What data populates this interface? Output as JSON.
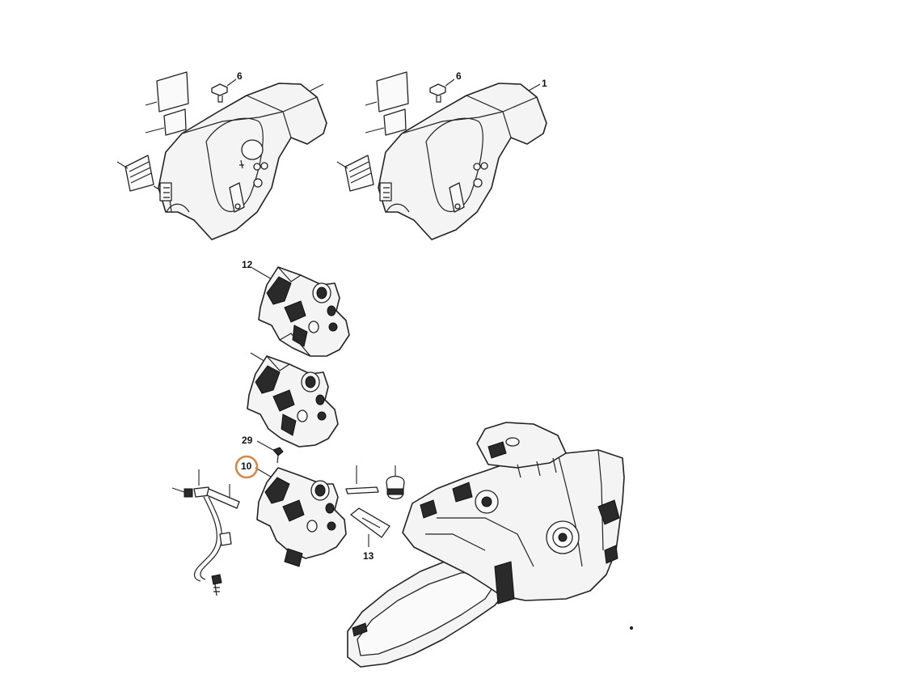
{
  "callouts": {
    "c6_left": "6",
    "c6_right": "6",
    "c1": "1",
    "c12": "12",
    "c29": "29",
    "c10": "10",
    "c13": "13"
  },
  "colors": {
    "highlight_ring": "#d08a4a",
    "line": "#222222",
    "dark_fill": "#2a2a2a"
  }
}
